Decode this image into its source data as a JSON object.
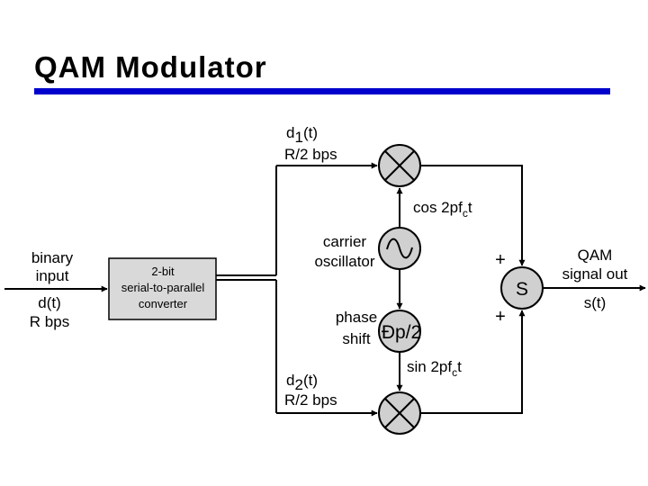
{
  "slide": {
    "title": "QAM Modulator",
    "accent_color": "#0000cc"
  },
  "diagram": {
    "input": {
      "line1": "binary",
      "line2": "input",
      "signal": "d(t)",
      "rate": "R bps"
    },
    "converter": {
      "line1": "2-bit",
      "line2": "serial-to-parallel",
      "line3": "converter"
    },
    "upper_branch": {
      "signal": "d",
      "sub": "1",
      "suffix": "(t)",
      "rate": "R/2 bps"
    },
    "lower_branch": {
      "signal": "d",
      "sub": "2",
      "suffix": "(t)",
      "rate": "R/2 bps"
    },
    "oscillator": {
      "line1": "carrier",
      "line2": "oscillator"
    },
    "cos_label": {
      "pre": "cos 2pf",
      "sub": "c",
      "post": "t"
    },
    "phase_shift": {
      "line1": "phase",
      "line2": "shift",
      "symbol": "Ðp/2"
    },
    "sin_label": {
      "pre": "sin 2pf",
      "sub": "c",
      "post": "t"
    },
    "summer": {
      "symbol": "S",
      "plus_top": "+",
      "plus_bottom": "+"
    },
    "output": {
      "line1": "QAM",
      "line2": "signal out",
      "signal": "s(t)"
    },
    "colors": {
      "block_fill": "#d9d9d9",
      "node_fill": "#d0d0d0"
    }
  }
}
